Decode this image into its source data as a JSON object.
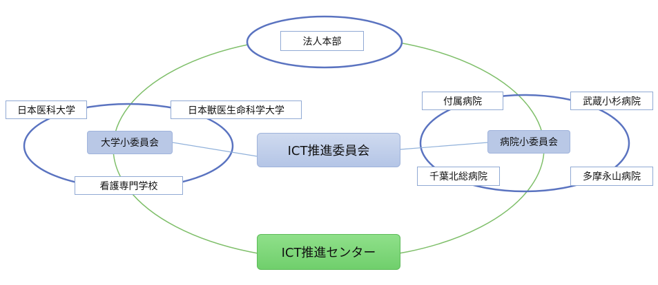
{
  "diagram": {
    "hq": "法人本部",
    "university_group": {
      "committee": "大学小委員会",
      "members": [
        "日本医科大学",
        "日本獣医生命科学大学",
        "看護専門学校"
      ]
    },
    "center_committee": "ICT推進委員会",
    "hospital_group": {
      "committee": "病院小委員会",
      "members": [
        "付属病院",
        "武蔵小杉病院",
        "千葉北総病院",
        "多摩永山病院"
      ]
    },
    "center": "ICT推進センター"
  },
  "colors": {
    "outer_ring": "#7fbf6a",
    "inner_ellipse": "#5a73c0",
    "connector": "#8fb0da",
    "box_border": "#8fa8d3",
    "committee_fill": "#b9c8e6",
    "center_committee_fill": "#c3d1ec",
    "center_fill": "#7ed77a"
  }
}
